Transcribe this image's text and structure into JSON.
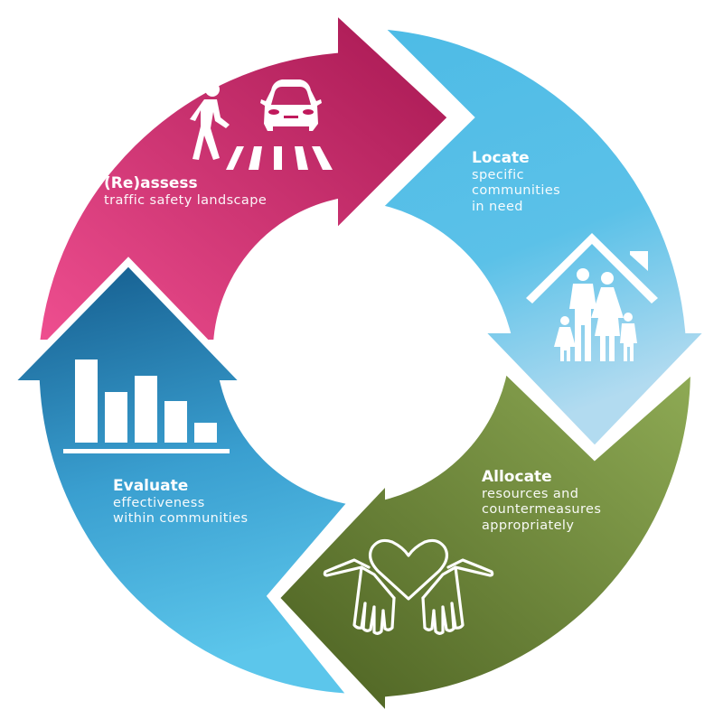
{
  "diagram": {
    "type": "cycle",
    "colors": {
      "reassess_start": "#ec4a8c",
      "reassess_end": "#a8164f",
      "locate_start": "#4fbde6",
      "locate_end": "#a9d6ef",
      "allocate_start": "#4d6322",
      "allocate_end": "#8aa64f",
      "evaluate_start": "#155e8f",
      "evaluate_end": "#5cc4ea"
    },
    "steps": [
      {
        "id": "reassess",
        "title": "(Re)assess",
        "description": "traffic safety landscape",
        "icon": "pedestrian-car-crosswalk-icon"
      },
      {
        "id": "locate",
        "title": "Locate",
        "description_lines": [
          "specific",
          "communities",
          "in need"
        ],
        "icon": "family-house-icon"
      },
      {
        "id": "allocate",
        "title": "Allocate",
        "description_lines": [
          "resources and",
          "countermeasures",
          "appropriately"
        ],
        "icon": "hands-heart-icon"
      },
      {
        "id": "evaluate",
        "title": "Evaluate",
        "description_lines": [
          "effectiveness",
          "within communities"
        ],
        "icon": "bar-chart-icon"
      }
    ]
  }
}
